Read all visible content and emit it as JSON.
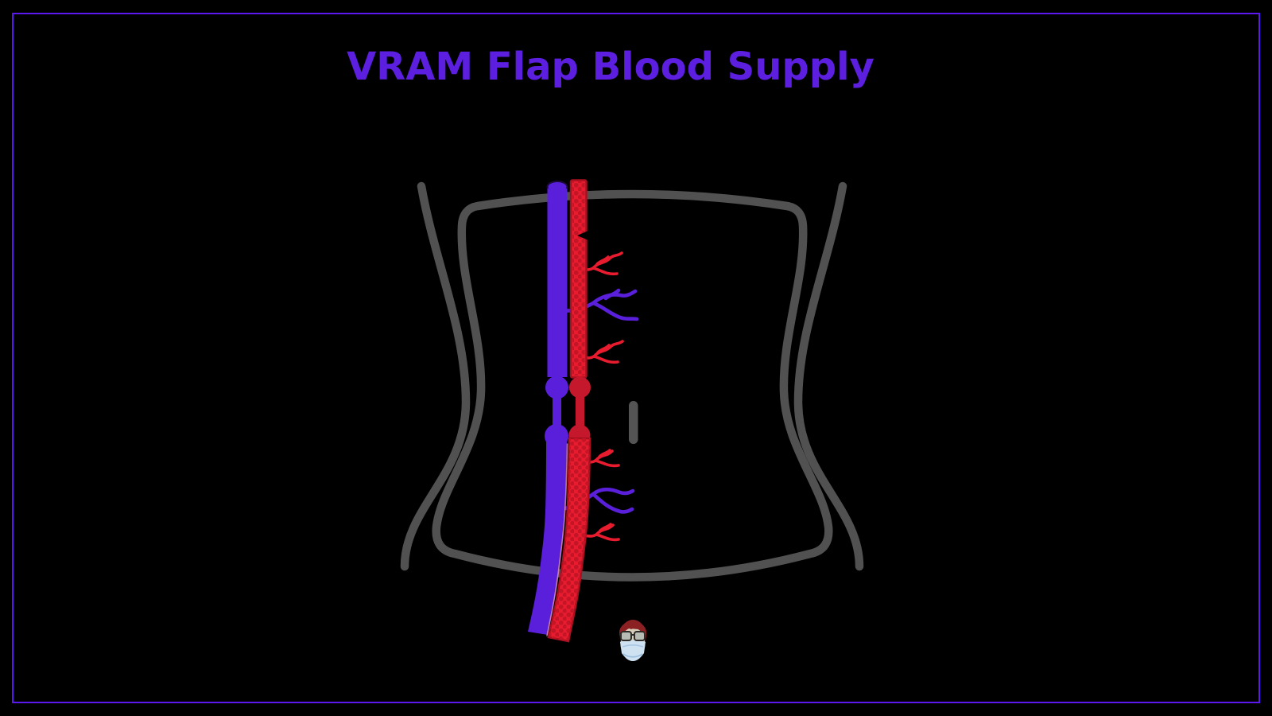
{
  "title": {
    "text": "VRAM Flap Blood Supply"
  },
  "colors": {
    "background": "#000000",
    "border_purple": "#5a17ee",
    "title_purple": "#5c1fe0",
    "torso_gray": "#515151",
    "umbilicus_gray": "#545454",
    "vein_purple": "#5a1fdb",
    "artery_red": "#e81c2e",
    "artery_dark_red": "#c5182c",
    "artery_border_red": "#a81020",
    "artery_dot_red": "#c41527",
    "arrow_black": "#000000"
  },
  "icons": {
    "direction_arrow": "left-arrowhead-icon",
    "surgeon_face": "surgeon-face-icon"
  },
  "diagram": {
    "parts": [
      {
        "name": "flank-line-left",
        "color_key": "torso_gray"
      },
      {
        "name": "flank-line-right",
        "color_key": "torso_gray"
      },
      {
        "name": "abdomen-outline",
        "color_key": "torso_gray"
      },
      {
        "name": "umbilicus",
        "color_key": "umbilicus_gray"
      },
      {
        "name": "epigastric-vein",
        "color_key": "vein_purple"
      },
      {
        "name": "epigastric-artery",
        "color_key": "artery_red"
      },
      {
        "name": "red-perforator-branches",
        "color_key": "artery_red",
        "count": 4
      },
      {
        "name": "purple-perforator-branches",
        "color_key": "vein_purple",
        "count": 2
      },
      {
        "name": "left-arrowhead-icon",
        "color_key": "arrow_black"
      },
      {
        "name": "surgeon-face-icon"
      }
    ]
  }
}
